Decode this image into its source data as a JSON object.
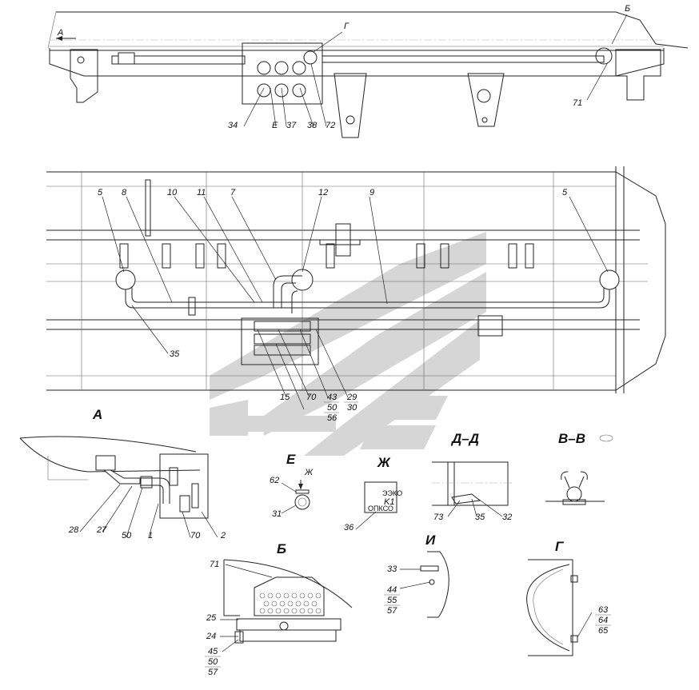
{
  "views": {
    "A": "А",
    "B": "Б",
    "G": "Г",
    "E": "Е",
    "Zh": "Ж",
    "DD": "Д–Д",
    "VV": "В–В",
    "I": "И"
  },
  "marker": {
    "K1": "K1",
    "ezd": "ЭЭКО",
    "opkso": "ОПКСО"
  },
  "top_view": {
    "arrow_A": "А",
    "mark_B": "Б",
    "mark_G": "Г",
    "callouts": [
      "34",
      "Е",
      "37",
      "38",
      "72",
      "71"
    ]
  },
  "plan_view": {
    "callouts_top": [
      "5",
      "8",
      "10",
      "11",
      "7",
      "12",
      "9",
      "5"
    ],
    "callouts_bottom": [
      "35",
      "15",
      "70",
      "43",
      "29"
    ],
    "stack_43": [
      "43",
      "50",
      "56"
    ],
    "stack_29": [
      "29",
      "30"
    ]
  },
  "detail_A": {
    "callouts": [
      "28",
      "27",
      "50",
      "1",
      "70",
      "2"
    ]
  },
  "detail_E": {
    "callouts": [
      "62",
      "31"
    ],
    "arrow": "Ж"
  },
  "detail_Zh": {
    "callouts": [
      "36"
    ]
  },
  "detail_DD": {
    "callouts": [
      "73",
      "35",
      "32"
    ]
  },
  "detail_I": {
    "callouts": [
      "33"
    ],
    "stack": [
      "44",
      "55",
      "57"
    ]
  },
  "detail_B": {
    "callouts": [
      "71",
      "25",
      "24"
    ],
    "stack": [
      "45",
      "50",
      "57"
    ]
  },
  "detail_G": {
    "stack": [
      "63",
      "64",
      "65"
    ]
  },
  "watermark": {
    "color": "#cfcfcf"
  }
}
